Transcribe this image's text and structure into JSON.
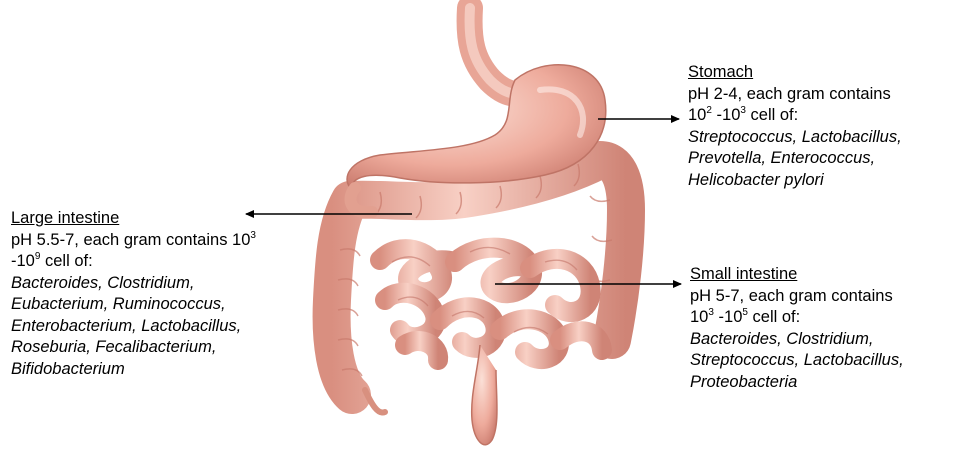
{
  "colors": {
    "tissue": "#f2b5a6",
    "tissue_dark": "#c9766a",
    "arrow": "#000000"
  },
  "labels": {
    "stomach": {
      "title": "Stomach",
      "line1": "pH 2-4, each gram contains",
      "count": {
        "a": "10",
        "a_exp": "2",
        "sep": " -",
        "b": "10",
        "b_exp": "3",
        "tail": " cell of:"
      },
      "species": [
        "Streptococcus, Lactobacillus,",
        "Prevotella, Enterococcus,",
        "Helicobacter pylori"
      ]
    },
    "large_intestine": {
      "title": "Large intestine",
      "line1_pre": "pH 5.5-7, each gram contains ",
      "line1_base": "10",
      "line1_exp": "3",
      "line2_pre": "-",
      "line2_base": "10",
      "line2_exp": "9",
      "line2_tail": " cell of:",
      "species": [
        "Bacteroides, Clostridium,",
        "Eubacterium, Ruminococcus,",
        "Enterobacterium, Lactobacillus,",
        "Roseburia, Fecalibacterium,",
        "Bifidobacterium"
      ]
    },
    "small_intestine": {
      "title": "Small intestine",
      "line1": "pH 5-7, each gram contains",
      "count": {
        "a": "10",
        "a_exp": "3",
        "sep": " -",
        "b": "10",
        "b_exp": "5",
        "tail": " cell of:"
      },
      "species": [
        "Bacteroides, Clostridium,",
        "Streptococcus, Lactobacillus,",
        "Proteobacteria"
      ]
    }
  }
}
